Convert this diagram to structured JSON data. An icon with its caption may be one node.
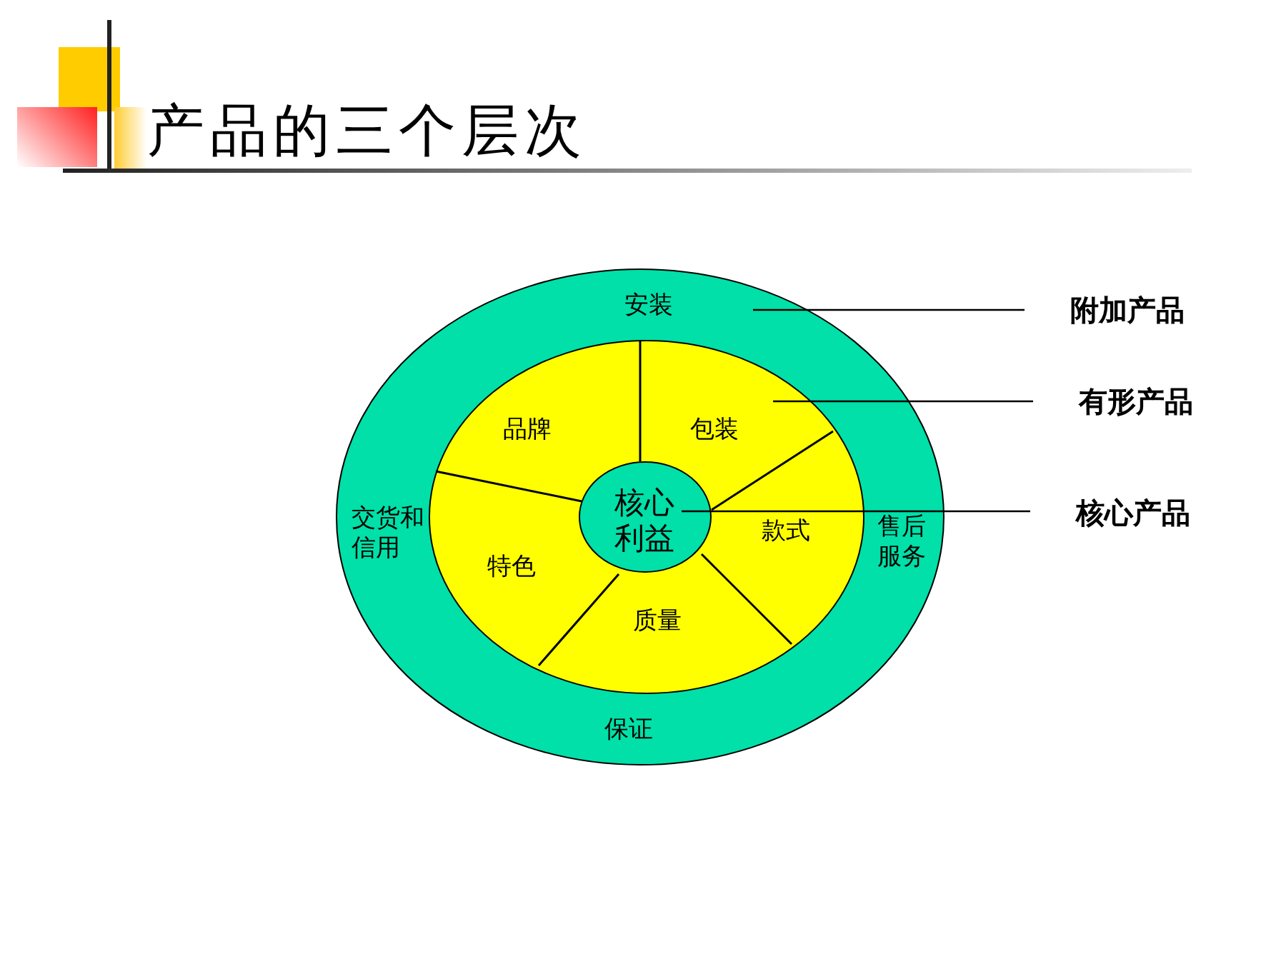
{
  "diagram": {
    "title": "产品的三个层次",
    "nodes": [
      {
        "text": [
          "安装",
          "交货和信用",
          "售后服务",
          "保证"
        ]
      },
      {
        "text": [
          "品牌",
          "包装",
          "款式",
          "质量",
          "特色"
        ],
        "in": 0
      },
      {
        "text": [
          "核心利益"
        ],
        "in": 1
      },
      {
        "text": [
          "附加产品"
        ]
      },
      {
        "text": [
          "有形产品"
        ]
      },
      {
        "text": [
          "核心产品"
        ]
      }
    ],
    "edges": [
      {
        "from": 3,
        "to": 0,
        "arrow": "none"
      },
      {
        "from": 4,
        "to": 1,
        "arrow": "none"
      },
      {
        "from": 5,
        "to": 2,
        "arrow": "none"
      }
    ]
  }
}
